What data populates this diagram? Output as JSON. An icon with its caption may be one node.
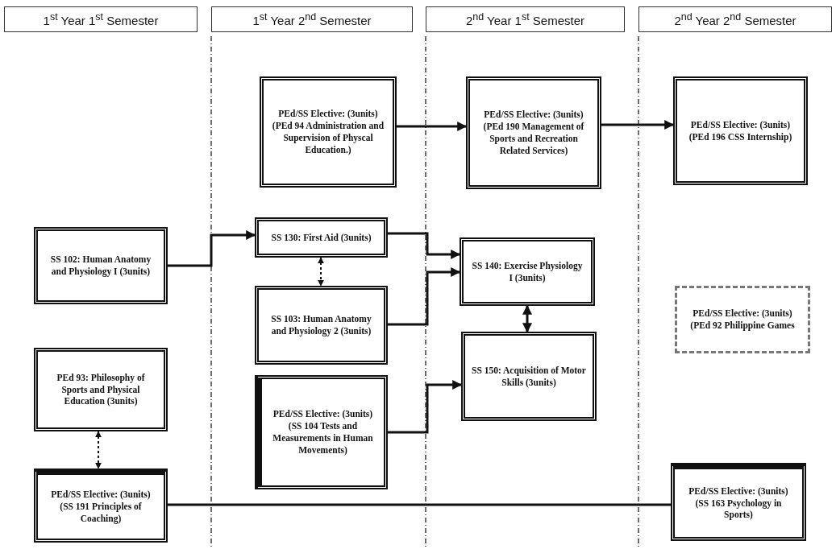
{
  "diagram": {
    "nodes": [
      {
        "text": [
          "1$^{st}$ Year 1$^{st}$ Semester"
        ]
      },
      {
        "text": [
          "1$^{st}$ Year 2$^{nd}$ Semester"
        ]
      },
      {
        "text": [
          "2$^{nd}$ Year 1$^{st}$ Semester"
        ]
      },
      {
        "text": [
          "2$^{nd}$ Year 2$^{nd}$ Semester"
        ]
      },
      {
        "text": [
          "PEd/SS Elective: (3units) (PEd 94 Administration and Supervision of Physcal Education.)"
        ]
      },
      {
        "text": [
          "PEd/SS Elective: (3units) (PEd 190 Management of Sports and Recreation Related Services)"
        ]
      },
      {
        "text": [
          "PEd/SS Elective: (3units) (PEd 196 CSS Internship)"
        ]
      },
      {
        "text": [
          "SS 102: Human Anatomy and Physiology I (3units)"
        ]
      },
      {
        "text": [
          "SS 130: First Aid (3units)"
        ]
      },
      {
        "text": [
          "SS 140: Exercise Physiology I (3units)"
        ]
      },
      {
        "text": [
          "SS 103: Human Anatomy and Physiology 2 (3units)"
        ]
      },
      {
        "text": [
          "PEd/SS Elective: (3units) (PEd 92 Philippine Games"
        ]
      },
      {
        "text": [
          "PEd 93: Philosophy of Sports and Physical Education (3units)"
        ]
      },
      {
        "text": [
          "SS 150: Acquisition of Motor Skills (3units)"
        ]
      },
      {
        "text": [
          "PEd/SS Elective: (3units) (SS 104 Tests and Measurements in Human Movements)"
        ]
      },
      {
        "text": [
          "PEd/SS Elective: (3units) (SS 191 Principles of Coaching)"
        ]
      },
      {
        "text": [
          "PEd/SS Elective: (3units) (SS 163 Psychology in Sports)"
        ]
      }
    ],
    "edges": [
      {
        "from": 4,
        "to": 5,
        "arrow": "to"
      },
      {
        "from": 5,
        "to": 6,
        "arrow": "to"
      },
      {
        "from": 7,
        "to": 8,
        "arrow": "to"
      },
      {
        "from": 8,
        "to": 9,
        "arrow": "to"
      },
      {
        "from": 10,
        "to": 9,
        "arrow": "to"
      },
      {
        "from": 8,
        "to": 10,
        "arrow": "both",
        "style": "dashed"
      },
      {
        "from": 9,
        "to": 13,
        "arrow": "both"
      },
      {
        "from": 14,
        "to": 13,
        "arrow": "to"
      },
      {
        "from": 12,
        "to": 15,
        "arrow": "both",
        "style": "dashed"
      },
      {
        "from": 15,
        "to": 16,
        "arrow": "none"
      }
    ]
  }
}
